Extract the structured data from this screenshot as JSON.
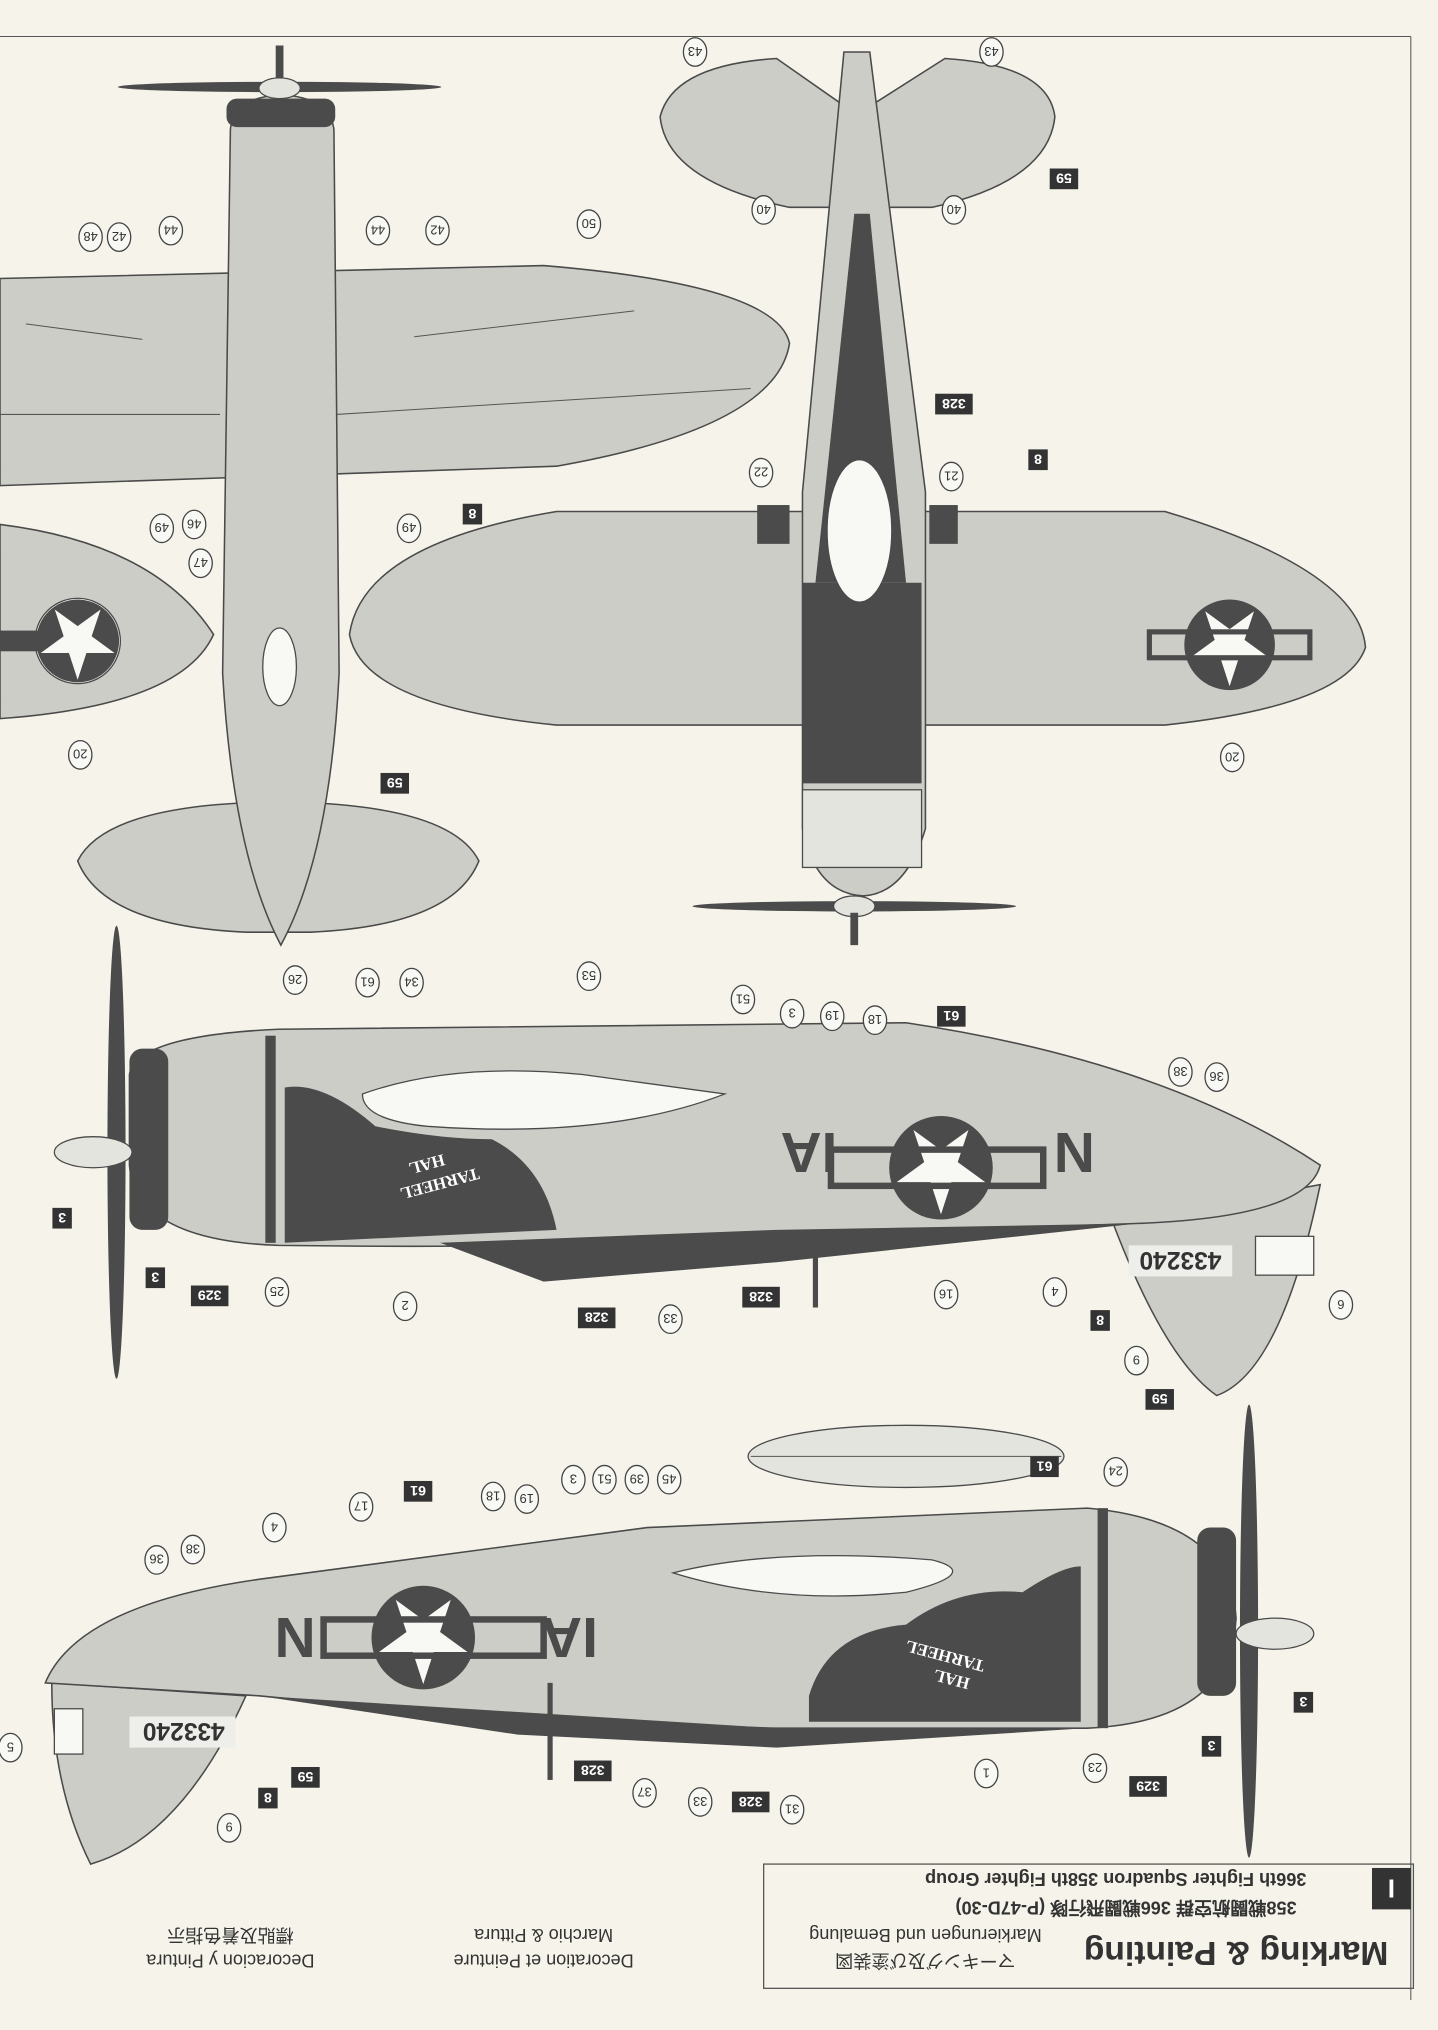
{
  "header": {
    "title": "Marking & Painting",
    "japanese": "マーキング及び塗装図",
    "german": "Markierungen und Bemalung",
    "french": "Decoration et Peinture",
    "italian": "Marchio & Pittura",
    "spanish": "Decoracion y Pintura",
    "chinese": "標貼及着色指示",
    "scheme_number": "I",
    "scheme_title_jp": "358戦闘航空群 366戦闘飛行隊 (P-47D-30)",
    "scheme_title_en": "366th Fighter Squadron 358th Fighter Group"
  },
  "markings": {
    "serial": "433240",
    "unit_code": "IA",
    "aircraft_letter": "N",
    "nose_art_line1": "TARHEEL",
    "nose_art_line2": "HAL"
  },
  "colors": {
    "paint": "#cdcdc8",
    "dark": "#4b4b4b",
    "paper": "#f6f4ea"
  },
  "callouts": [
    {
      "label": "48",
      "style": "circle"
    },
    {
      "label": "42",
      "style": "circle"
    },
    {
      "label": "44",
      "style": "circle"
    },
    {
      "label": "44",
      "style": "circle"
    },
    {
      "label": "42",
      "style": "circle"
    },
    {
      "label": "50",
      "style": "circle"
    },
    {
      "label": "49",
      "style": "circle"
    },
    {
      "label": "46",
      "style": "circle"
    },
    {
      "label": "47",
      "style": "circle"
    },
    {
      "label": "49",
      "style": "circle"
    },
    {
      "label": "8",
      "style": "box"
    },
    {
      "label": "59",
      "style": "box"
    },
    {
      "label": "20",
      "style": "circle"
    },
    {
      "label": "43",
      "style": "circle"
    },
    {
      "label": "43",
      "style": "circle"
    },
    {
      "label": "40",
      "style": "circle"
    },
    {
      "label": "40",
      "style": "circle"
    },
    {
      "label": "59",
      "style": "box"
    },
    {
      "label": "328",
      "style": "box"
    },
    {
      "label": "8",
      "style": "box"
    },
    {
      "label": "22",
      "style": "circle"
    },
    {
      "label": "21",
      "style": "circle"
    },
    {
      "label": "20",
      "style": "circle"
    },
    {
      "label": "26",
      "style": "circle"
    },
    {
      "label": "61",
      "style": "circle"
    },
    {
      "label": "34",
      "style": "circle"
    },
    {
      "label": "53",
      "style": "circle"
    },
    {
      "label": "51",
      "style": "circle"
    },
    {
      "label": "3",
      "style": "circle"
    },
    {
      "label": "19",
      "style": "circle"
    },
    {
      "label": "18",
      "style": "circle"
    },
    {
      "label": "61",
      "style": "box"
    },
    {
      "label": "38",
      "style": "circle"
    },
    {
      "label": "36",
      "style": "circle"
    },
    {
      "label": "3",
      "style": "box"
    },
    {
      "label": "3",
      "style": "box"
    },
    {
      "label": "329",
      "style": "box"
    },
    {
      "label": "25",
      "style": "circle"
    },
    {
      "label": "2",
      "style": "circle"
    },
    {
      "label": "328",
      "style": "box"
    },
    {
      "label": "33",
      "style": "circle"
    },
    {
      "label": "328",
      "style": "box"
    },
    {
      "label": "16",
      "style": "circle"
    },
    {
      "label": "4",
      "style": "circle"
    },
    {
      "label": "8",
      "style": "box"
    },
    {
      "label": "9",
      "style": "circle"
    },
    {
      "label": "59",
      "style": "box"
    },
    {
      "label": "6",
      "style": "circle"
    },
    {
      "label": "24",
      "style": "circle"
    },
    {
      "label": "61",
      "style": "box"
    },
    {
      "label": "45",
      "style": "circle"
    },
    {
      "label": "39",
      "style": "circle"
    },
    {
      "label": "51",
      "style": "circle"
    },
    {
      "label": "3",
      "style": "circle"
    },
    {
      "label": "19",
      "style": "circle"
    },
    {
      "label": "18",
      "style": "circle"
    },
    {
      "label": "61",
      "style": "box"
    },
    {
      "label": "17",
      "style": "circle"
    },
    {
      "label": "4",
      "style": "circle"
    },
    {
      "label": "38",
      "style": "circle"
    },
    {
      "label": "36",
      "style": "circle"
    },
    {
      "label": "5",
      "style": "circle"
    },
    {
      "label": "9",
      "style": "circle"
    },
    {
      "label": "8",
      "style": "box"
    },
    {
      "label": "59",
      "style": "box"
    },
    {
      "label": "328",
      "style": "box"
    },
    {
      "label": "37",
      "style": "circle"
    },
    {
      "label": "33",
      "style": "circle"
    },
    {
      "label": "328",
      "style": "box"
    },
    {
      "label": "31",
      "style": "circle"
    },
    {
      "label": "1",
      "style": "circle"
    },
    {
      "label": "23",
      "style": "circle"
    },
    {
      "label": "329",
      "style": "box"
    },
    {
      "label": "3",
      "style": "box"
    },
    {
      "label": "3",
      "style": "box"
    }
  ]
}
